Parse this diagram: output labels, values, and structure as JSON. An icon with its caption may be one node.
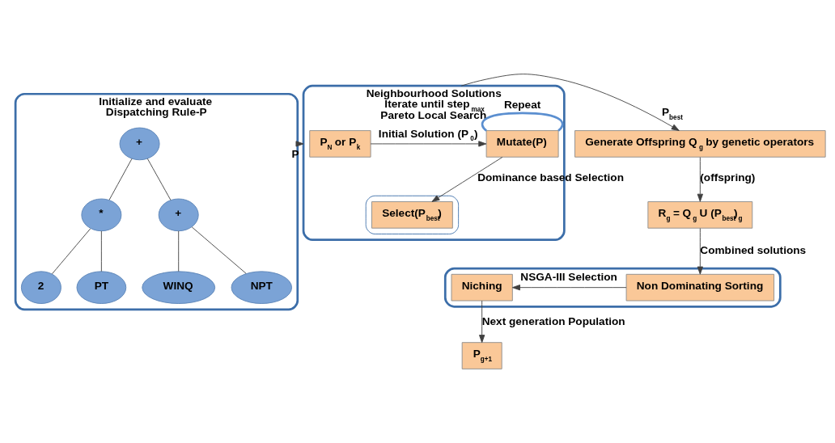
{
  "diagram": {
    "nodes": [
      {
        "text": [
          "Initialize and evaluate",
          "Dispatching Rule-P"
        ]
      },
      {
        "text": [
          "+"
        ],
        "in": 0
      },
      {
        "text": [
          "*"
        ],
        "in": 0
      },
      {
        "text": [
          "+"
        ],
        "in": 0
      },
      {
        "text": [
          "2"
        ],
        "in": 0
      },
      {
        "text": [
          "PT"
        ],
        "in": 0
      },
      {
        "text": [
          "WINQ"
        ],
        "in": 0
      },
      {
        "text": [
          "NPT"
        ],
        "in": 0
      },
      {
        "text": [
          "Neighbourhood Solutions",
          "Iterate until step$_{max}$",
          "Pareto Local Search"
        ]
      },
      {
        "text": [
          "P$_{N}$ or P$_{k}$"
        ],
        "in": 8
      },
      {
        "text": [
          "Mutate(P)"
        ],
        "in": 8
      },
      {
        "text": [],
        "shape": "ellipse",
        "in": 8
      },
      {
        "text": [
          "Select(P$_{best}$)"
        ],
        "in": 11
      },
      {
        "text": [
          "Generate Offspring Q$_{g}$ by genetic operators"
        ]
      },
      {
        "text": [
          "R$_{g}$ = Q$_{g}$ U (P$_{best}$)$_{g}$"
        ]
      },
      {
        "text": [],
        "shape": "ellipse"
      },
      {
        "text": [
          "Non Dominating Sorting"
        ],
        "in": 15
      },
      {
        "text": [
          "Niching"
        ],
        "in": 15
      },
      {
        "text": [
          "P$_{g+1}$"
        ]
      }
    ],
    "edges": [
      {
        "from": 1,
        "to": 2,
        "arrow": "none"
      },
      {
        "from": 1,
        "to": 3,
        "arrow": "none"
      },
      {
        "from": 2,
        "to": 4,
        "arrow": "none"
      },
      {
        "from": 2,
        "to": 5,
        "arrow": "none"
      },
      {
        "from": 3,
        "to": 6,
        "arrow": "none"
      },
      {
        "from": 3,
        "to": 7,
        "arrow": "none"
      },
      {
        "from": 0,
        "to": 8,
        "arrow": "to",
        "label": "P"
      },
      {
        "from": 9,
        "to": 10,
        "arrow": "to",
        "label": "Initial Solution (P$_{0}$)"
      },
      {
        "from": 10,
        "to": 10,
        "arrow": "none",
        "label": "Repeat",
        "style": "thick",
        "color": "#5b8fd0"
      },
      {
        "from": 10,
        "to": 12,
        "arrow": "to",
        "label": "Dominance based Selection"
      },
      {
        "from": 8,
        "to": 13,
        "arrow": "to",
        "label": "P$_{best}$"
      },
      {
        "from": 13,
        "to": 14,
        "arrow": "to",
        "label": "(offspring)"
      },
      {
        "from": 14,
        "to": 16,
        "arrow": "to",
        "label": "Combined solutions"
      },
      {
        "from": 16,
        "to": 17,
        "arrow": "to",
        "label": "NSGA-III Selection"
      },
      {
        "from": 17,
        "to": 18,
        "arrow": "to",
        "label": "Next generation Population"
      }
    ]
  }
}
